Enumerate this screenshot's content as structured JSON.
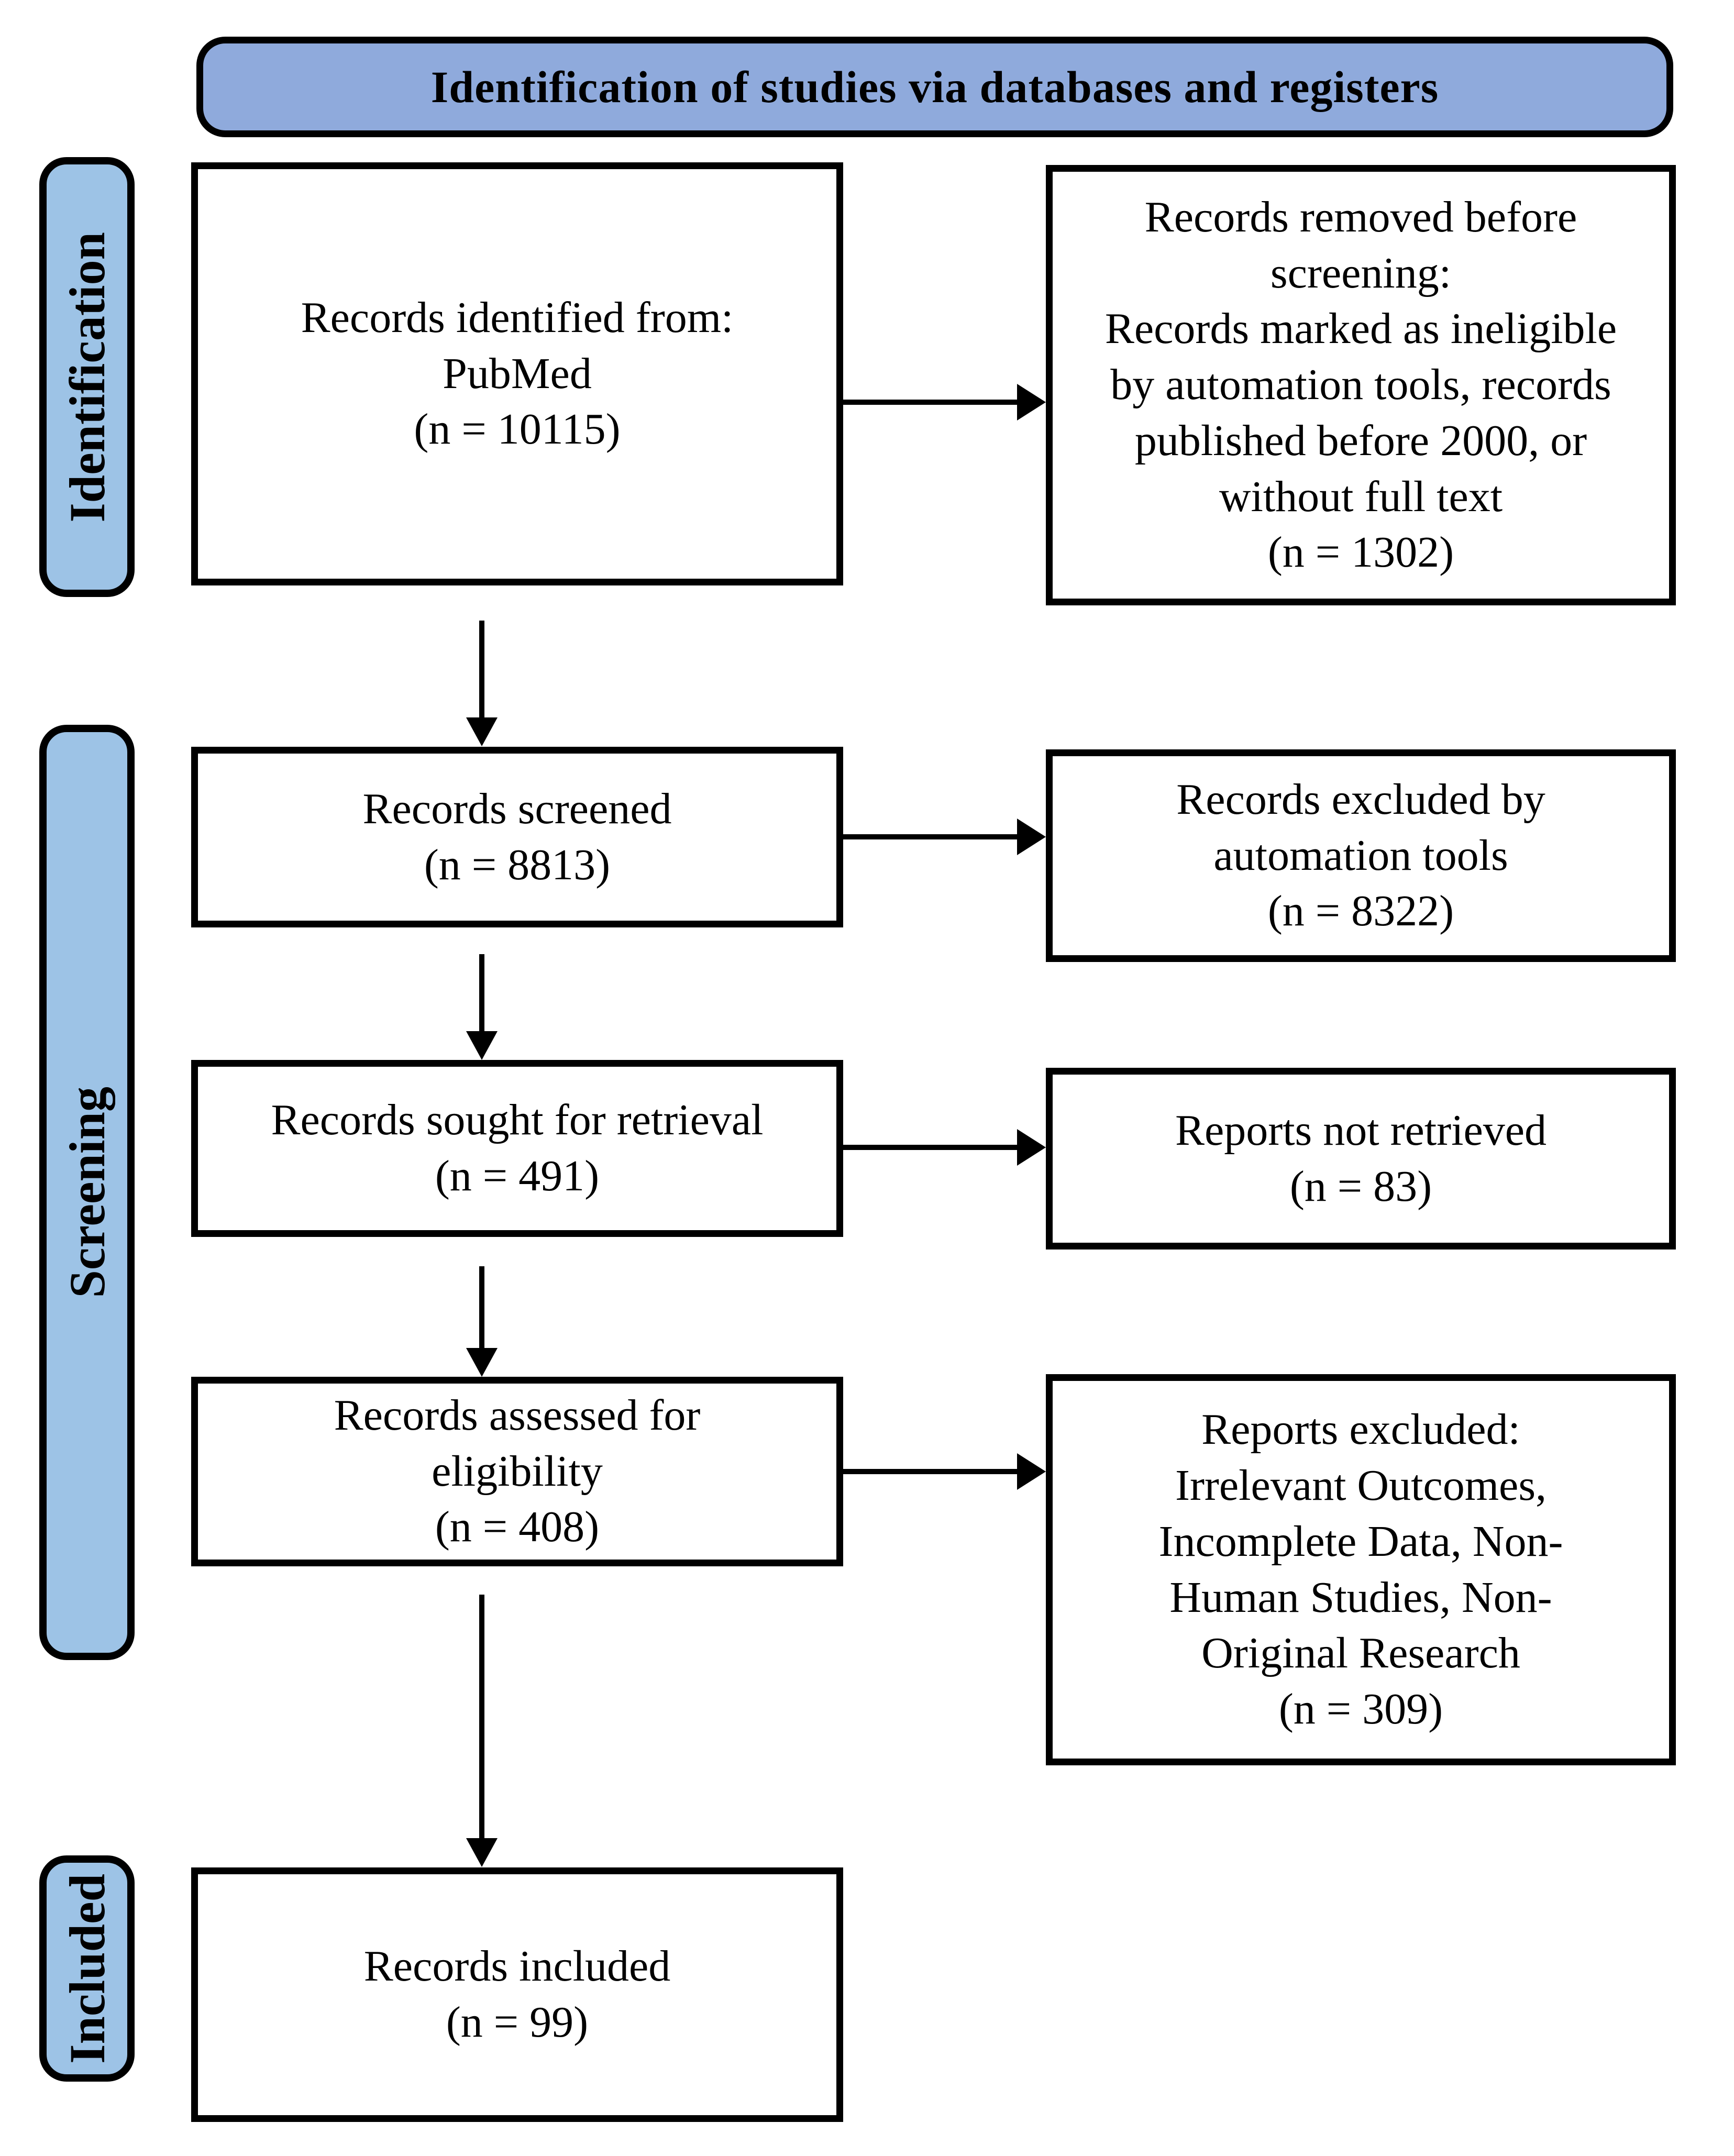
{
  "diagram": {
    "header": "Identification of studies via databases and registers",
    "stages": {
      "identification": "Identification",
      "screening": "Screening",
      "included": "Included"
    },
    "boxes": {
      "records_identified": "Records identified from:\nPubMed\n(n = 10115)",
      "records_removed": "Records removed before\nscreening:\nRecords marked as ineligible\nby automation tools, records\npublished before 2000, or\nwithout full text\n(n = 1302)",
      "records_screened": "Records screened\n(n = 8813)",
      "records_excluded": "Records excluded by\nautomation tools\n(n = 8322)",
      "records_sought": "Records sought for retrieval\n(n = 491)",
      "reports_not_retrieved": "Reports not retrieved\n(n = 83)",
      "records_assessed": "Records assessed for\neligibility\n(n = 408)",
      "reports_excluded": "Reports excluded:\nIrrelevant Outcomes,\nIncomplete Data, Non-\nHuman Studies, Non-\nOriginal Research\n(n = 309)",
      "records_included": "Records included\n(n = 99)"
    },
    "colors": {
      "header_fill": "#8FAADC",
      "stage_fill": "#9DC3E6",
      "line": "#000000",
      "box_fill": "#FFFFFF"
    }
  }
}
